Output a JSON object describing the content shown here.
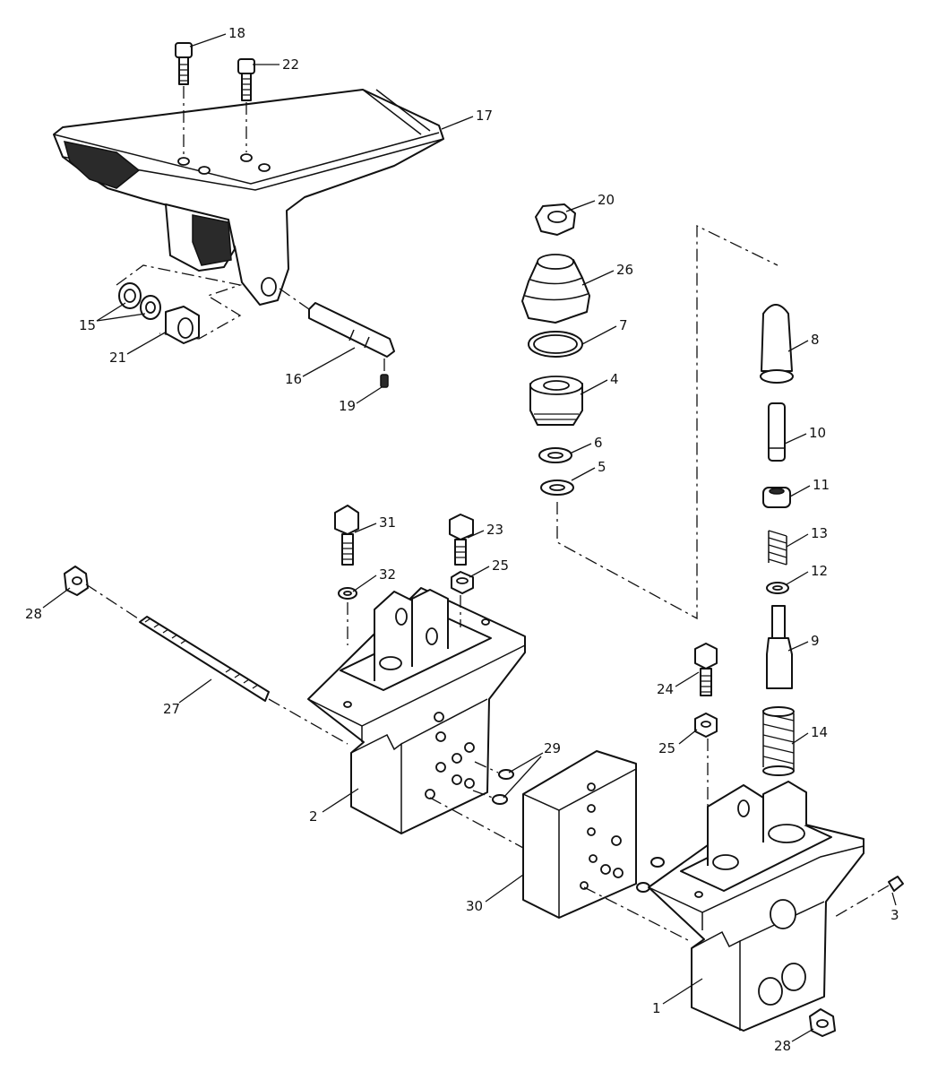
{
  "diagram": {
    "callouts": [
      "18",
      "22",
      "17",
      "20",
      "26",
      "7",
      "8",
      "4",
      "10",
      "6",
      "5",
      "11",
      "15",
      "21",
      "16",
      "19",
      "31",
      "23",
      "25",
      "13",
      "32",
      "12",
      "28",
      "9",
      "27",
      "24",
      "25",
      "14",
      "29",
      "2",
      "30",
      "3",
      "1",
      "28"
    ]
  }
}
